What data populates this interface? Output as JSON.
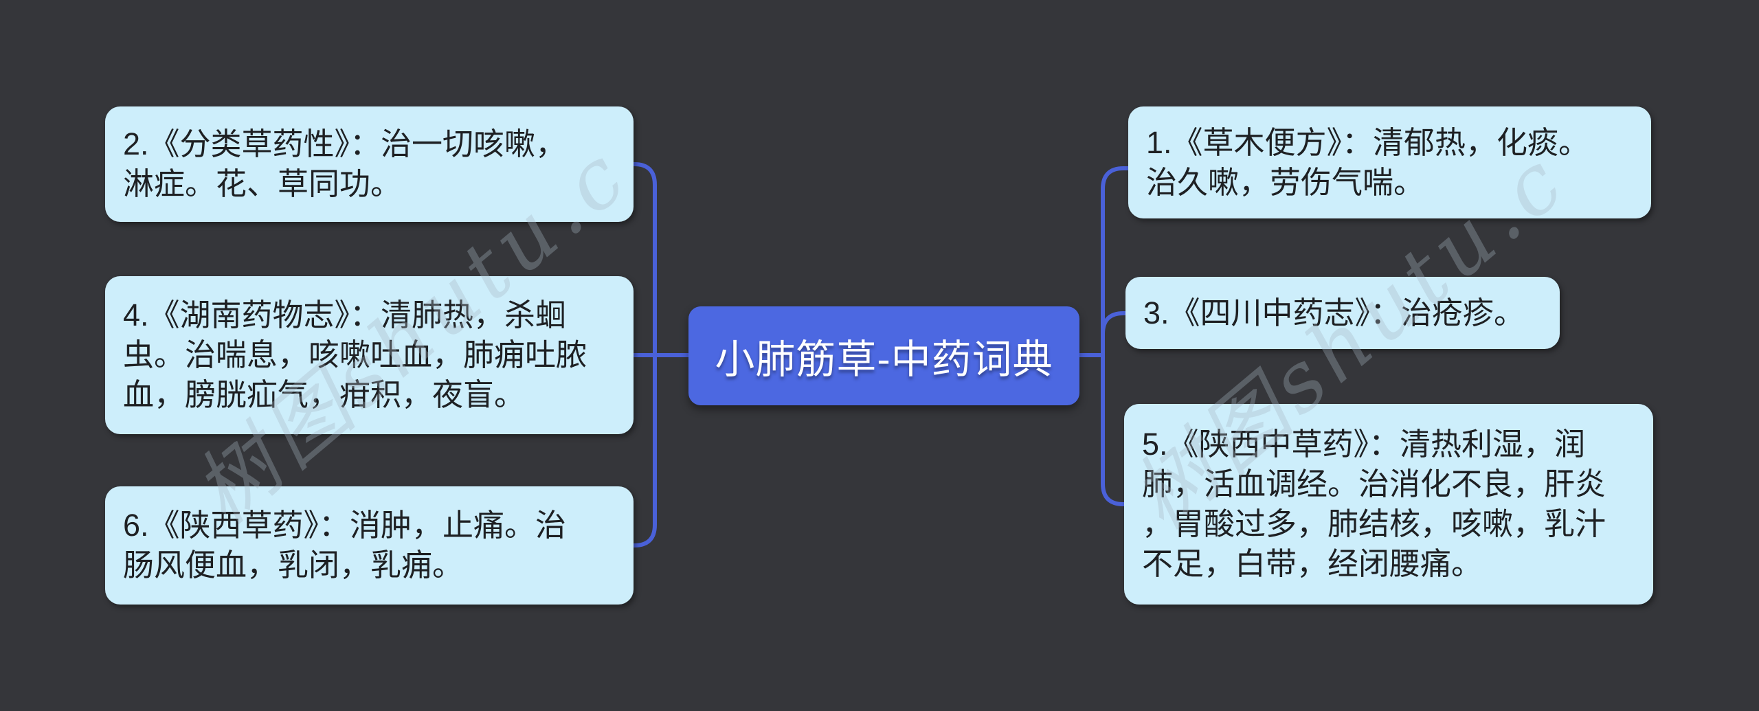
{
  "diagram": {
    "title": "小肺筋草-中药词典",
    "type": "mindmap",
    "colors": {
      "background": "#35363a",
      "leaf_box_fill": "#cdeefb",
      "leaf_text": "#1e2023",
      "root_fill": "#4c68e1",
      "root_text": "#ffffff",
      "connector": "#4a61d8",
      "watermark": "rgba(168,183,195,0.33)"
    },
    "root": {
      "label": "小肺筋草-中药词典"
    },
    "left_nodes": [
      {
        "id": "2",
        "text": "2.《分类草药性》：治一切咳嗽，\n淋症。花、草同功。"
      },
      {
        "id": "4",
        "text": "4.《湖南药物志》：清肺热，杀蛔\n虫。治喘息，咳嗽吐血，肺痈吐脓\n血，膀胱疝气，疳积，夜盲。"
      },
      {
        "id": "6",
        "text": "6.《陕西草药》：消肿，止痛。治\n肠风便血，乳闭，乳痈。"
      }
    ],
    "right_nodes": [
      {
        "id": "1",
        "text": "1.《草木便方》：清郁热，化痰。\n治久嗽，劳伤气喘。"
      },
      {
        "id": "3",
        "text": "3.《四川中药志》：治疮疹。"
      },
      {
        "id": "5",
        "text": "5.《陕西中草药》：清热利湿，润\n肺，活血调经。治消化不良，肝炎\n，胃酸过多，肺结核，咳嗽，乳汁\n不足，白带，经闭腰痛。"
      }
    ],
    "watermark": {
      "text": "树图shutu.c"
    }
  }
}
